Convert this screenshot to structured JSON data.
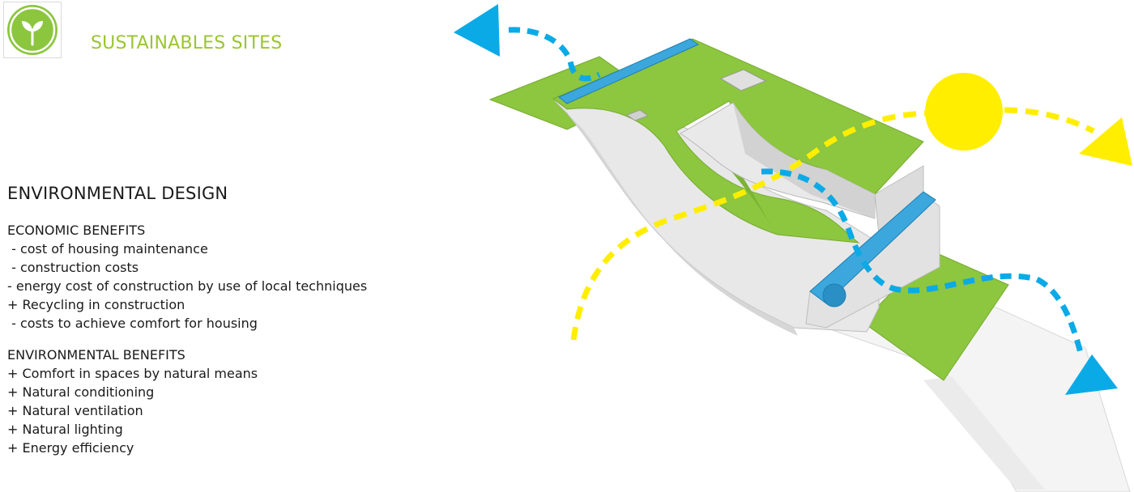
{
  "header": {
    "logo_icon": "sprout-leaf-icon",
    "title": "SUSTAINABLES SITES"
  },
  "content": {
    "heading": "ENVIRONMENTAL DESIGN",
    "groups": [
      {
        "title": "ECONOMIC BENEFITS",
        "items": [
          " - cost of housing maintenance",
          " - construction costs",
          "- energy cost of construction by use of local techniques",
          "+ Recycling in construction",
          " - costs to achieve comfort for housing"
        ]
      },
      {
        "title": "ENVIRONMENTAL BENEFITS",
        "items": [
          "+ Comfort in spaces by natural means",
          "+ Natural conditioning",
          "+ Natural ventilation",
          "+ Natural lighting",
          "+ Energy efficiency"
        ]
      }
    ]
  },
  "diagram": {
    "icons": [
      "house-model",
      "sun-icon",
      "wind-arrow-icon",
      "sun-path-arrow-icon"
    ],
    "colors": {
      "accent_green": "#9bc531",
      "roof_green": "#8dc63f",
      "wind_blue": "#0aaae6",
      "sun_yellow": "#ffee00",
      "water_blue": "#3ba7dd"
    }
  }
}
